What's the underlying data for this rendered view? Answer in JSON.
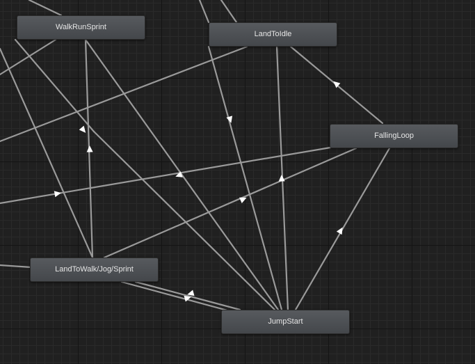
{
  "states": {
    "walk_run_sprint": "WalkRunSprint",
    "land_to_idle": "LandToIdle",
    "falling_loop": "FallingLoop",
    "land_to_walk": "LandToWalk/Jog/Sprint",
    "jump_start": "JumpStart"
  },
  "colors": {
    "background": "#202020",
    "transition_line": "#9a9a9a",
    "node_fill": "#505357",
    "node_text": "#e6e6e6"
  }
}
